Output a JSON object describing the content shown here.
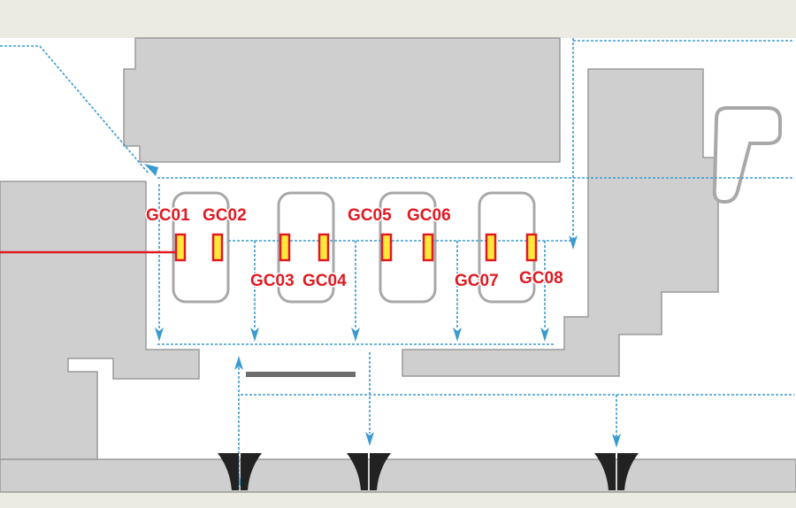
{
  "colors": {
    "page_background": "#ecebe3",
    "map_background": "#ffffff",
    "building": "#cfcfcf",
    "building_outline": "#9a9a9a",
    "flow_line": "#3a9bd0",
    "label": "#e01a22",
    "marker_fill": "#ffe83a",
    "marker_stroke": "#e01a22",
    "pointer_line": "#e01a22",
    "entrance": "#222222"
  },
  "icons": {
    "flow_arrow": "down-arrow-icon",
    "entrance": "entrance-doors-icon"
  },
  "gates": [
    {
      "id": "gc01",
      "label": "GC01"
    },
    {
      "id": "gc02",
      "label": "GC02"
    },
    {
      "id": "gc03",
      "label": "GC03"
    },
    {
      "id": "gc04",
      "label": "GC04"
    },
    {
      "id": "gc05",
      "label": "GC05"
    },
    {
      "id": "gc06",
      "label": "GC06"
    },
    {
      "id": "gc07",
      "label": "GC07"
    },
    {
      "id": "gc08",
      "label": "GC08"
    }
  ]
}
